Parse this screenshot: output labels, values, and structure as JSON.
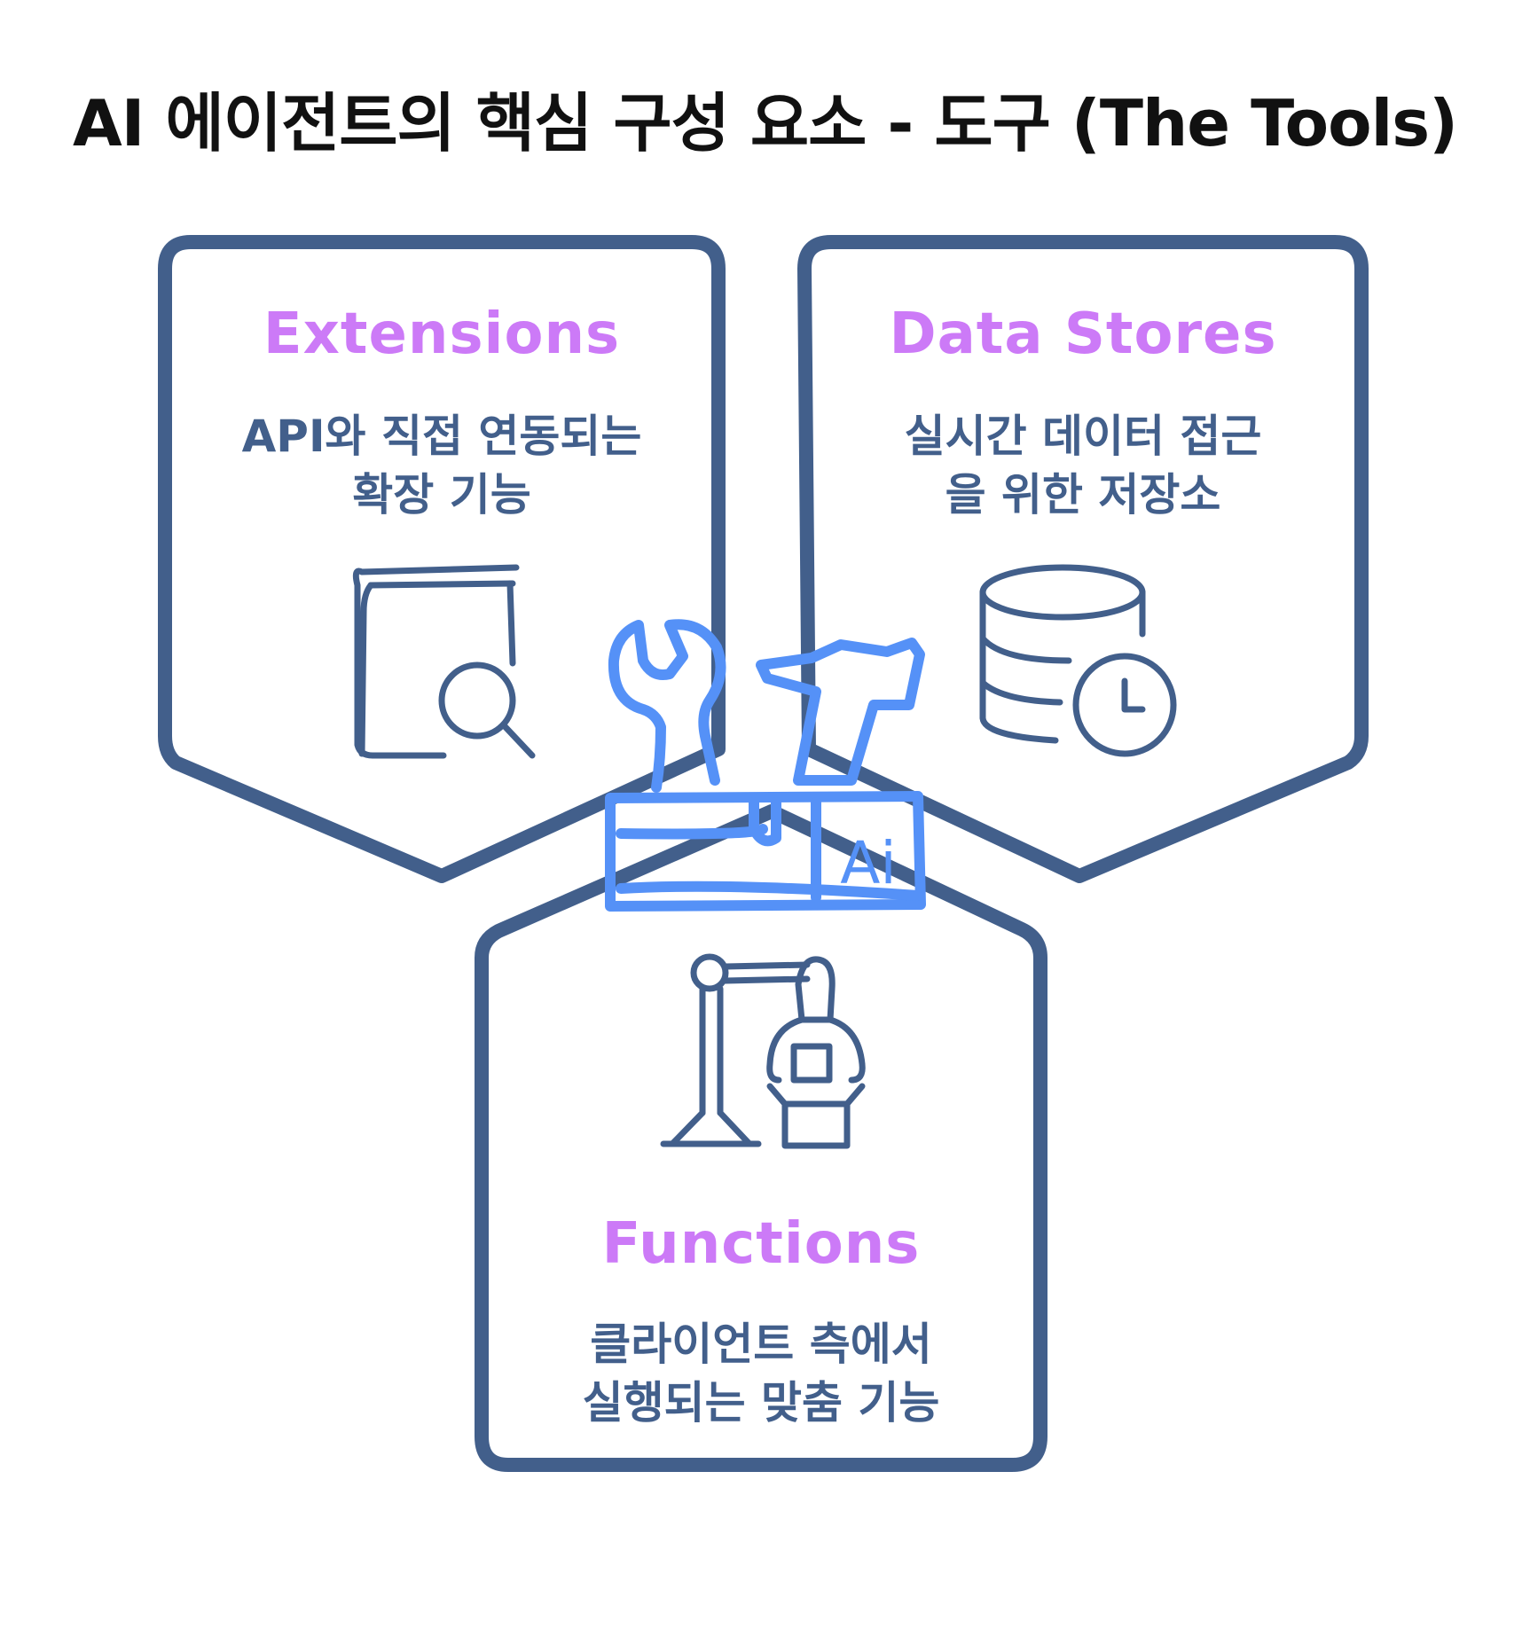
{
  "title": "AI 에이전트의 핵심 구성 요소 - 도구 (The Tools)",
  "colors": {
    "card_outline": "#425f8b",
    "heading": "#cc7af7",
    "description": "#425f8b",
    "icon": "#425f8b",
    "center_icon": "#5591f7",
    "title": "#111111"
  },
  "cards": {
    "extensions": {
      "title": "Extensions",
      "description_line1": "API와 직접 연동되는",
      "description_line2": "확장 기능",
      "icon": "book-search-icon"
    },
    "data_stores": {
      "title": "Data Stores",
      "description_line1": "실시간 데이터 접근",
      "description_line2": "을 위한 저장소",
      "icon": "database-clock-icon"
    },
    "functions": {
      "title": "Functions",
      "description_line1": "클라이언트 측에서",
      "description_line2": "실행되는 맞춤 기능",
      "icon": "robot-arm-icon"
    }
  },
  "center": {
    "icon": "toolbox-icon",
    "badge_text": "Ai"
  }
}
